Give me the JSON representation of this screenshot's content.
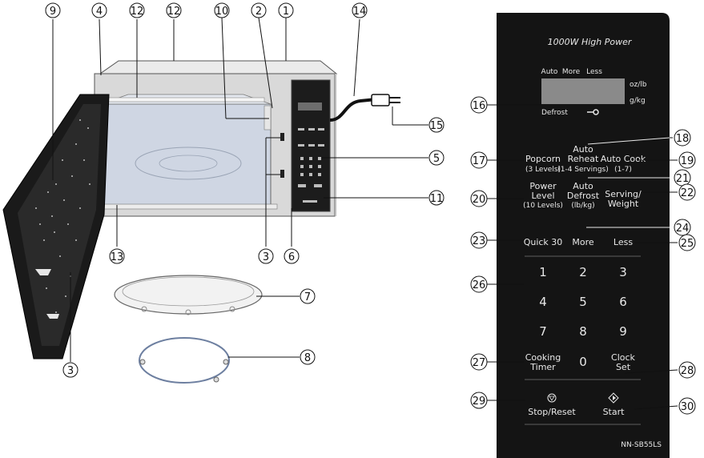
{
  "callouts": {
    "c1": "1",
    "c2": "2",
    "c3a": "3",
    "c3b": "3",
    "c4": "4",
    "c5": "5",
    "c6": "6",
    "c7": "7",
    "c8": "8",
    "c9": "9",
    "c10": "10",
    "c11": "11",
    "c12a": "12",
    "c12b": "12",
    "c13": "13",
    "c14": "14",
    "c15": "15",
    "c16": "16",
    "c17": "17",
    "c18": "18",
    "c19": "19",
    "c20": "20",
    "c21": "21",
    "c22": "22",
    "c23": "23",
    "c24": "24",
    "c25": "25",
    "c26": "26",
    "c27": "27",
    "c28": "28",
    "c29": "29",
    "c30": "30"
  },
  "panel": {
    "title": "1000W High Power",
    "display": {
      "auto": "Auto",
      "more": "More",
      "less": "Less",
      "defrost": "Defrost",
      "oz_lb": "oz/lb",
      "g_kg": "g/kg"
    },
    "keys": {
      "popcorn": "Popcorn",
      "popcorn_sub": "(3 Levels)",
      "auto_reheat_1": "Auto",
      "auto_reheat_2": "Reheat",
      "auto_reheat_sub": "(1-4 Servings)",
      "auto_cook": "Auto Cook",
      "auto_cook_sub": "(1-7)",
      "power_level_1": "Power",
      "power_level_2": "Level",
      "power_level_sub": "(10 Levels)",
      "auto_defrost_1": "Auto",
      "auto_defrost_2": "Defrost",
      "auto_defrost_sub": "(lb/kg)",
      "serving_1": "Serving/",
      "serving_2": "Weight",
      "quick30": "Quick 30",
      "more": "More",
      "less": "Less",
      "n1": "1",
      "n2": "2",
      "n3": "3",
      "n4": "4",
      "n5": "5",
      "n6": "6",
      "n7": "7",
      "n8": "8",
      "n9": "9",
      "n0": "0",
      "timer_1": "Cooking",
      "timer_2": "Timer",
      "clock_1": "Clock",
      "clock_2": "Set",
      "stop": "Stop/Reset",
      "start": "Start"
    },
    "model": "NN-SB55LS"
  },
  "colors": {
    "panel_bg": "#141414",
    "panel_text": "#e8e8e8",
    "display_bg": "#8a8a8a",
    "cabinet": "#d9d9d9",
    "cavity": "#cfd6e3",
    "door": "#1a1a1a"
  }
}
